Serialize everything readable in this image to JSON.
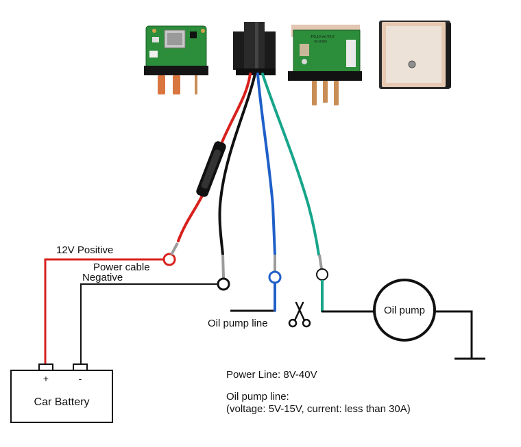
{
  "labels": {
    "positive": "12V Positive",
    "power_cable": "Power cable",
    "negative": "Negative",
    "oil_pump_line": "Oil pump line",
    "oil_pump": "Oil pump",
    "battery_plus": "+",
    "battery_minus": "-",
    "car_battery": "Car Battery",
    "power_line_spec": "Power Line: 8V-40V",
    "oil_pump_spec_title": "Oil pump line:",
    "oil_pump_spec_detail": "(voltage: 5V-15V, current: less than 30A)",
    "pcb_print": "TKL10 ver.V2.0",
    "pcb_print2": "SC4030S"
  },
  "colors": {
    "red_wire": "#d8201c",
    "black_wire": "#111111",
    "blue_wire": "#1f5fc8",
    "green_wire": "#16a58a",
    "pcb_green": "#2c8d3a",
    "copper": "#d99a6c",
    "gps_patch": "#e6c9b3"
  },
  "icons": {
    "scissors": "scissors-icon",
    "fuse": "fuse-holder-icon",
    "ground": "ground-symbol-icon"
  }
}
